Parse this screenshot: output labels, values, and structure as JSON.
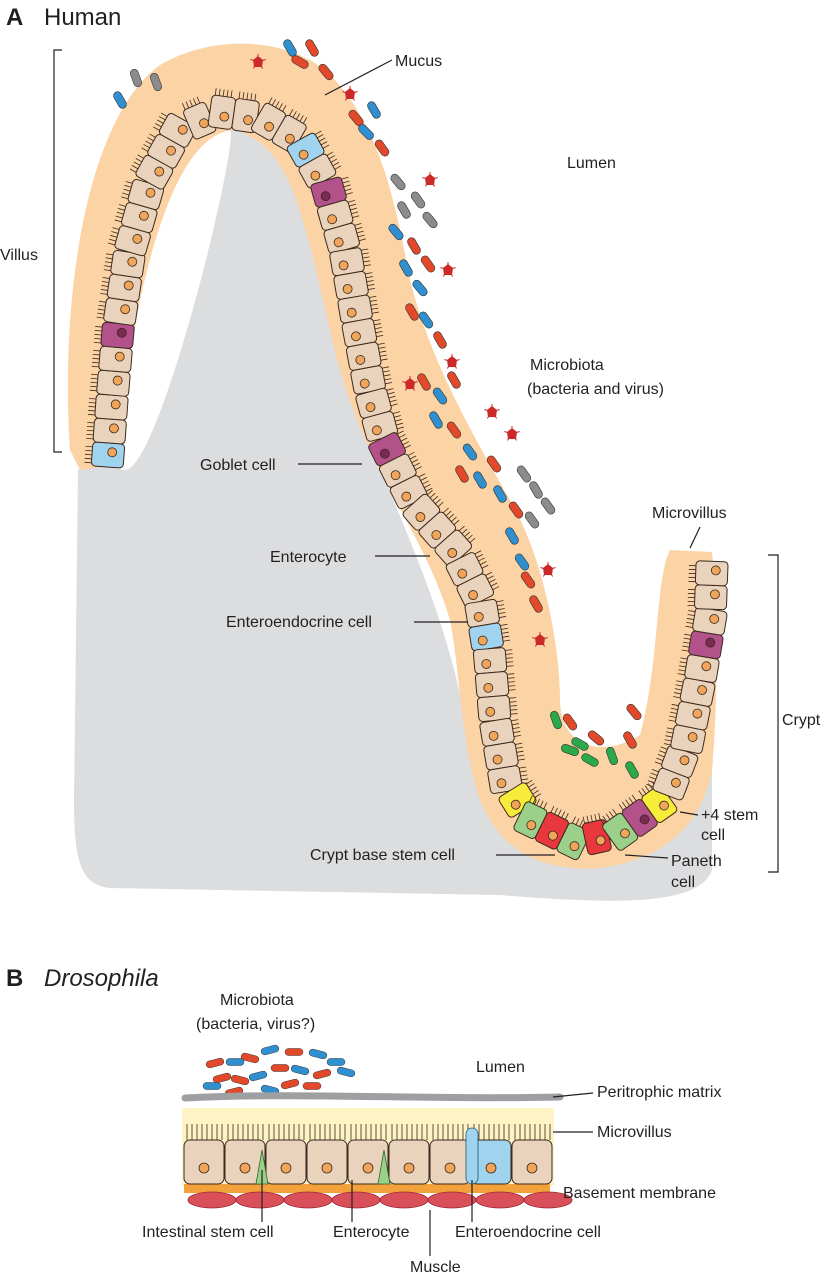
{
  "panel_a": {
    "letter": "A",
    "title": "Human",
    "labels": {
      "mucus": "Mucus",
      "lumen": "Lumen",
      "villus": "Villus",
      "microbiota_line1": "Microbiota",
      "microbiota_line2": "(bacteria and virus)",
      "goblet_cell": "Goblet cell",
      "enterocyte": "Enterocyte",
      "enteroendocrine_cell": "Enteroendocrine cell",
      "microvillus": "Microvillus",
      "crypt": "Crypt",
      "plus4_stem_line1": "+4 stem",
      "plus4_stem_line2": "cell",
      "crypt_base_stem_cell": "Crypt base stem cell",
      "paneth_line1": "Paneth",
      "paneth_line2": "cell"
    }
  },
  "panel_b": {
    "letter": "B",
    "title": "Drosophila",
    "labels": {
      "microbiota_line1": "Microbiota",
      "microbiota_line2": "(bacteria, virus?)",
      "lumen": "Lumen",
      "peritrophic_matrix": "Peritrophic matrix",
      "microvillus": "Microvillus",
      "basement_membrane": "Basement membrane",
      "intestinal_stem_cell": "Intestinal stem cell",
      "enterocyte": "Enterocyte",
      "enteroendocrine_cell": "Enteroendocrine cell",
      "muscle": "Muscle"
    }
  },
  "colors": {
    "mucus": "#fbd3a4",
    "tissue": "#dcdddf",
    "enterocyte": "#e9d3bd",
    "goblet": "#b3528a",
    "enteroendocrine": "#9fd3ee",
    "paneth": "#e8383d",
    "crypt_base_stem": "#9bd08a",
    "plus4_stem": "#f7ec3a",
    "bacteria_red": "#e2492a",
    "bacteria_blue": "#2f8fcf",
    "bacteria_gray": "#8c8c8c",
    "bacteria_green": "#2aa84a",
    "virus": "#cc2a2a",
    "muscle": "#d9505a",
    "basement_membrane": "#f3a13a",
    "peritrophic_matrix": "#9d9fa2",
    "nucleus": "#f1a55a"
  }
}
